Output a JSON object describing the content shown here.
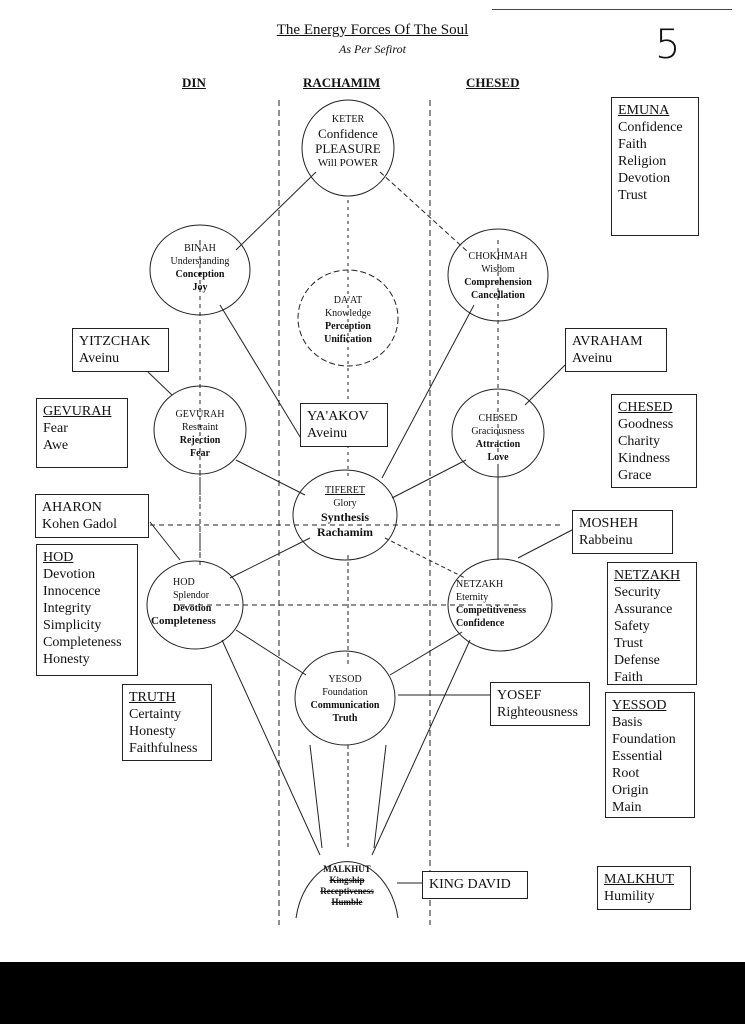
{
  "header": {
    "title": "The Energy Forces Of The Soul",
    "subtitle": "As Per Sefirot",
    "page_number": "5"
  },
  "columns": {
    "din": "DIN",
    "rachamim": "RACHAMIM",
    "chesed": "CHESED"
  },
  "sefirot": {
    "keter": {
      "name": "KETER",
      "l2": "Confidence",
      "l3": "PLEASURE",
      "l4": "Will POWER"
    },
    "binah": {
      "name": "BINAH",
      "l2": "Understanding",
      "l3": "Conception",
      "l4": "Joy"
    },
    "chokhmah": {
      "name": "CHOKHMAH",
      "l2": "Wisdom",
      "l3": "Comprehension",
      "l4": "Cancellation"
    },
    "daat": {
      "name": "DA'AT",
      "l2": "Knowledge",
      "l3": "Perception",
      "l4": "Unification"
    },
    "gevurah": {
      "name": "GEVURAH",
      "l2": "Restraint",
      "l3": "Rejection",
      "l4": "Fear"
    },
    "chesed": {
      "name": "CHESED",
      "l2": "Graciousness",
      "l3": "Attraction",
      "l4": "Love"
    },
    "tiferet": {
      "name": "TIFERET",
      "l2": "Glory",
      "l3": "Synthesis",
      "l4": "Rachamim"
    },
    "hod": {
      "name": "HOD",
      "l2": "Splendor",
      "l3": "Devotion",
      "l4": "Completeness"
    },
    "netzakh": {
      "name": "NETZAKH",
      "l2": "Eternity",
      "l3": "Competitiveness",
      "l4": "Confidence"
    },
    "yesod": {
      "name": "YESOD",
      "l2": "Foundation",
      "l3": "Communication",
      "l4": "Truth"
    },
    "malkhut": {
      "name": "MALKHUT",
      "l2": "Kingship",
      "l3": "Receptiveness",
      "l4": "Humble"
    }
  },
  "figures": {
    "yitzchak": {
      "l1": "YITZCHAK",
      "l2": "Aveinu"
    },
    "avraham": {
      "l1": "AVRAHAM",
      "l2": "Aveinu"
    },
    "yaakov": {
      "l1": "YA'AKOV",
      "l2": "Aveinu"
    },
    "aharon": {
      "l1": "AHARON",
      "l2": "Kohen Gadol"
    },
    "mosheh": {
      "l1": "MOSHEH",
      "l2": "Rabbeinu"
    },
    "yosef": {
      "l1": "YOSEF",
      "l2": "Righteousness"
    },
    "king_david": {
      "l1": "KING DAVID"
    }
  },
  "attribute_boxes": {
    "emuna": {
      "heading": "EMUNA",
      "items": [
        "Confidence",
        "Faith",
        "Religion",
        "Devotion",
        "Trust"
      ]
    },
    "gevurah": {
      "heading": "GEVURAH",
      "items": [
        "Fear",
        "Awe"
      ]
    },
    "chesed": {
      "heading": "CHESED",
      "items": [
        "Goodness",
        "Charity",
        "Kindness",
        "Grace"
      ]
    },
    "hod": {
      "heading": "HOD",
      "items": [
        "Devotion",
        "Innocence",
        "Integrity",
        "Simplicity",
        "Completeness",
        "Honesty"
      ]
    },
    "netzakh": {
      "heading": "NETZAKH",
      "items": [
        "Security",
        "Assurance",
        "Safety",
        "Trust",
        "Defense",
        "Faith"
      ]
    },
    "truth": {
      "heading": "TRUTH",
      "items": [
        "Certainty",
        "Honesty",
        "Faithfulness"
      ]
    },
    "yessod": {
      "heading": "YESSOD",
      "items": [
        "Basis",
        "Foundation",
        "Essential",
        "Root",
        "Origin",
        "Main"
      ]
    },
    "malkhut": {
      "heading": "MALKHUT",
      "items": [
        "Humility"
      ]
    }
  }
}
